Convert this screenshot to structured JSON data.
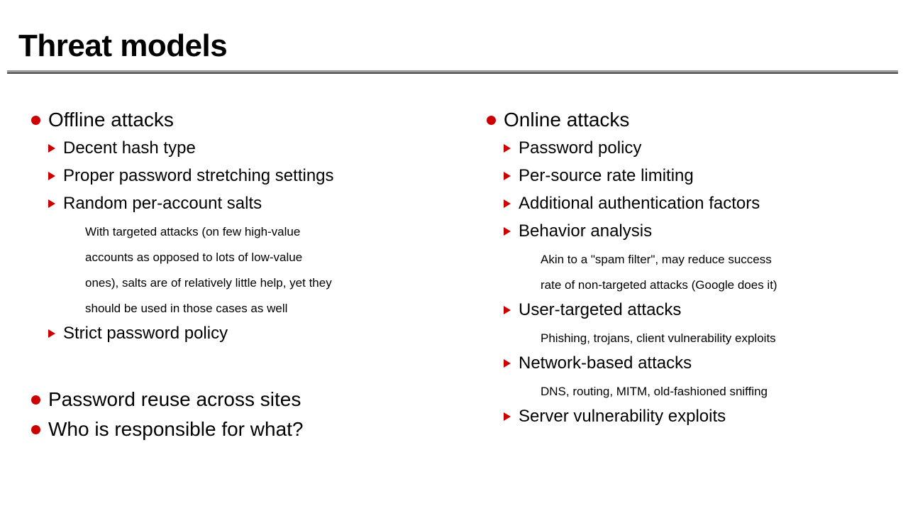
{
  "slide": {
    "title": "Threat models",
    "accent_color": "#CC0000",
    "rule_color_top": "#9A9A9A",
    "rule_color_bottom": "#4D4D4D",
    "background": "#FFFFFF"
  },
  "left_column": {
    "heading": "Offline attacks",
    "sub_items": [
      "Decent hash type",
      "Proper password stretching settings",
      "Random per-account salts"
    ],
    "note_lines": [
      "With targeted attacks (on few high-value",
      "accounts as opposed to lots of low-value",
      "ones), salts are of relatively little help, yet they",
      "should be used in those cases as well"
    ],
    "sub_item_last": "Strict password policy",
    "extra_headings": [
      "Password reuse across sites",
      "Who is responsible for what?"
    ]
  },
  "right_column": {
    "heading": "Online attacks",
    "items": [
      {
        "label": "Password policy",
        "notes": []
      },
      {
        "label": "Per-source rate limiting",
        "notes": []
      },
      {
        "label": "Additional authentication factors",
        "notes": []
      },
      {
        "label": "Behavior analysis",
        "notes": [
          "Akin to a \"spam filter\", may reduce success",
          "rate of non-targeted attacks (Google does it)"
        ]
      },
      {
        "label": "User-targeted attacks",
        "notes": [
          "Phishing, trojans, client vulnerability exploits"
        ]
      },
      {
        "label": "Network-based attacks",
        "notes": [
          "DNS, routing, MITM, old-fashioned sniffing"
        ]
      },
      {
        "label": "Server vulnerability exploits",
        "notes": []
      }
    ]
  }
}
